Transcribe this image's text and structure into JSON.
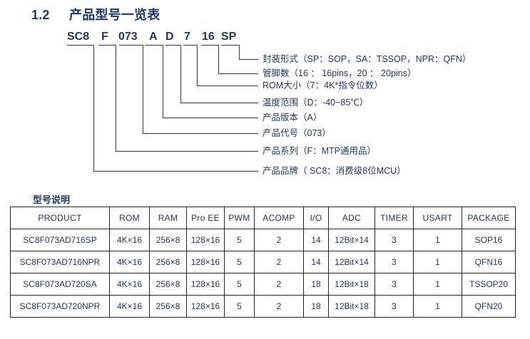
{
  "title": {
    "number": "1.2",
    "text": "产品型号一览表"
  },
  "part_number": {
    "segments": [
      "SC8",
      "F",
      "073",
      "A",
      "D",
      "7",
      "16",
      "SP"
    ]
  },
  "decoder_labels": [
    "封装形式（SP：SOP，SA：TSSOP，NPR：QFN）",
    "管脚数（16 ： 16pins，20 ： 20pins）",
    "ROM大小（7：4K*指令位数）",
    "温度范围（D：-40~85℃）",
    "产品版本（A）",
    "产品代号（073）",
    "产品系列（F：MTP通用品）",
    "产品品牌（ SC8：消费级8位MCU）"
  ],
  "table": {
    "caption": "型号说明",
    "headers": [
      "PRODUCT",
      "ROM",
      "RAM",
      "Pro EE",
      "PWM",
      "ACOMP",
      "I/O",
      "ADC",
      "TIMER",
      "USART",
      "PACKAGE"
    ],
    "rows": [
      [
        "SC8F073AD716SP",
        "4K×16",
        "256×8",
        "128×16",
        "5",
        "2",
        "14",
        "12Bit×14",
        "3",
        "1",
        "SOP16"
      ],
      [
        "SC8F073AD716NPR",
        "4K×16",
        "256×8",
        "128×16",
        "5",
        "2",
        "14",
        "12Bit×14",
        "3",
        "1",
        "QFN16"
      ],
      [
        "SC8F073AD720SA",
        "4K×16",
        "256×8",
        "128×16",
        "5",
        "2",
        "18",
        "12Bit×18",
        "3",
        "1",
        "TSSOP20"
      ],
      [
        "SC8F073AD720NPR",
        "4K×16",
        "256×8",
        "128×16",
        "5",
        "2",
        "18",
        "12Bit×18",
        "3",
        "1",
        "QFN20"
      ]
    ]
  },
  "colors": {
    "text": "#1f3864",
    "line": "#4d4d4d",
    "table_border": "#262626"
  }
}
